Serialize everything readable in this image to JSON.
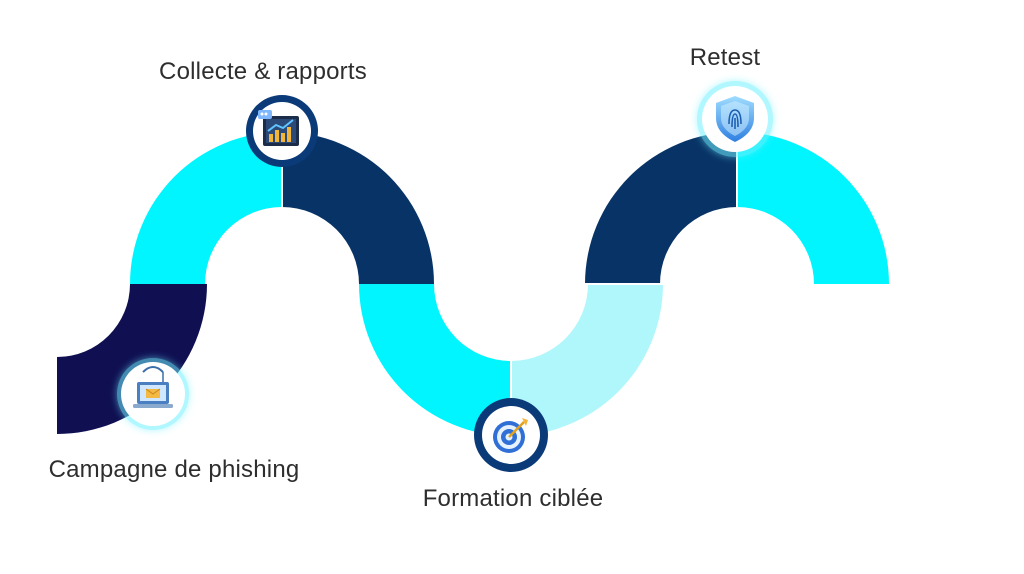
{
  "steps": [
    {
      "label": "Campagne de phishing",
      "icon": "phishing-laptop-icon"
    },
    {
      "label": "Collecte & rapports",
      "icon": "report-chart-icon"
    },
    {
      "label": "Formation ciblée",
      "icon": "target-icon"
    },
    {
      "label": "Retest",
      "icon": "shield-fingerprint-icon"
    }
  ],
  "colors": {
    "navy": "#0f0f52",
    "dark_blue": "#083366",
    "cyan": "#00f5ff",
    "light_cyan": "#b0f7fc",
    "badge_ring": "#0b3a78",
    "badge_glow": "#6ff1ff",
    "text": "#2e2e2e"
  }
}
